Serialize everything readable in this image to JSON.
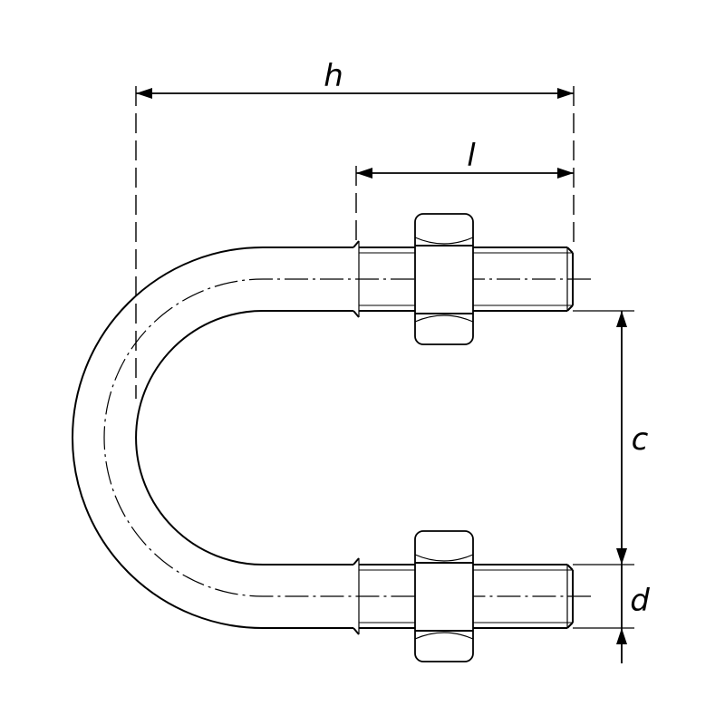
{
  "labels": {
    "h": "h",
    "l": "l",
    "c": "c",
    "d": "d"
  }
}
